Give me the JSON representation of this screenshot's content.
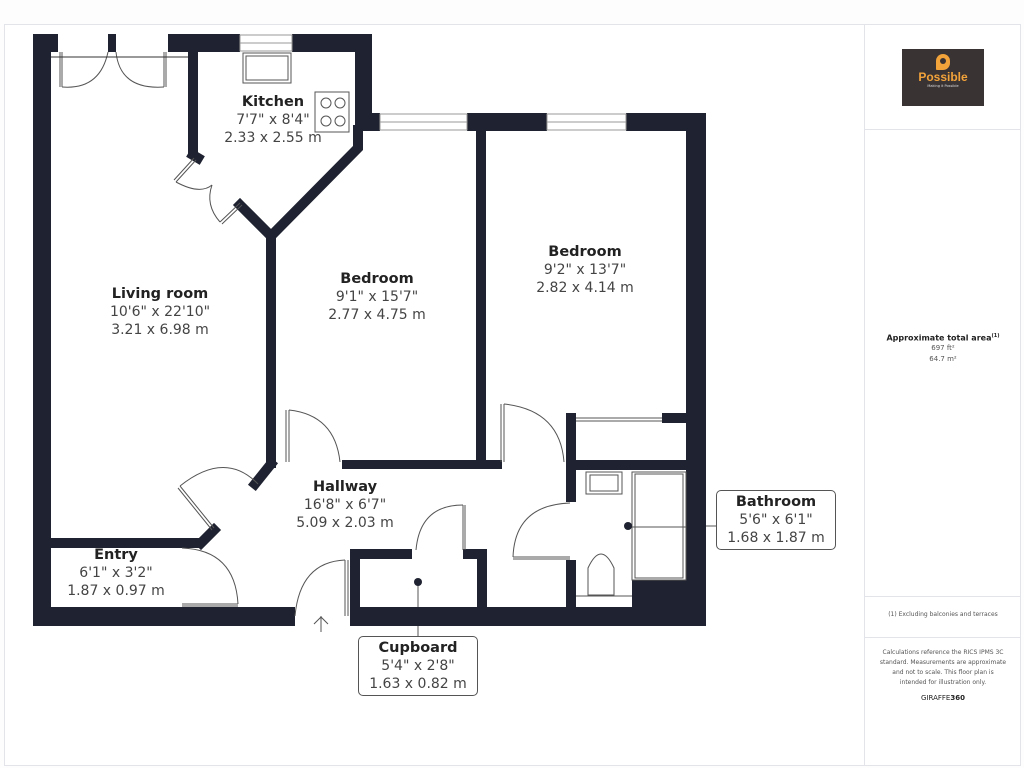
{
  "brand": {
    "logo_name": "Possible",
    "logo_tagline": "Making it Possible",
    "colors": {
      "logo_bg": "#3a3334",
      "logo_fg": "#f2a33a",
      "wall": "#1f2230"
    }
  },
  "summary": {
    "title": "Approximate total area",
    "title_sup": "(1)",
    "area_ft": "697 ft²",
    "area_m": "64.7 m²"
  },
  "footnote": "(1) Excluding balconies and terraces",
  "disclaimer": "Calculations reference the RICS IPMS 3C standard. Measurements are approximate and not to scale. This floor plan is intended for illustration only.",
  "credit": {
    "part1": "GIRAFFE",
    "part2": "360"
  },
  "rooms": [
    {
      "name": "Kitchen",
      "imperial": "7'7\" x 8'4\"",
      "metric": "2.33 x 2.55 m"
    },
    {
      "name": "Living room",
      "imperial": "10'6\" x 22'10\"",
      "metric": "3.21 x 6.98 m"
    },
    {
      "name": "Bedroom",
      "imperial": "9'1\" x 15'7\"",
      "metric": "2.77 x 4.75 m"
    },
    {
      "name": "Bedroom",
      "imperial": "9'2\" x 13'7\"",
      "metric": "2.82 x 4.14 m"
    },
    {
      "name": "Hallway",
      "imperial": "16'8\" x 6'7\"",
      "metric": "5.09 x 2.03 m"
    },
    {
      "name": "Entry",
      "imperial": "6'1\" x 3'2\"",
      "metric": "1.87 x 0.97 m"
    },
    {
      "name": "Bathroom",
      "imperial": "5'6\" x 6'1\"",
      "metric": "1.68 x 1.87 m"
    },
    {
      "name": "Cupboard",
      "imperial": "5'4\" x 2'8\"",
      "metric": "1.63 x 0.82 m"
    }
  ]
}
